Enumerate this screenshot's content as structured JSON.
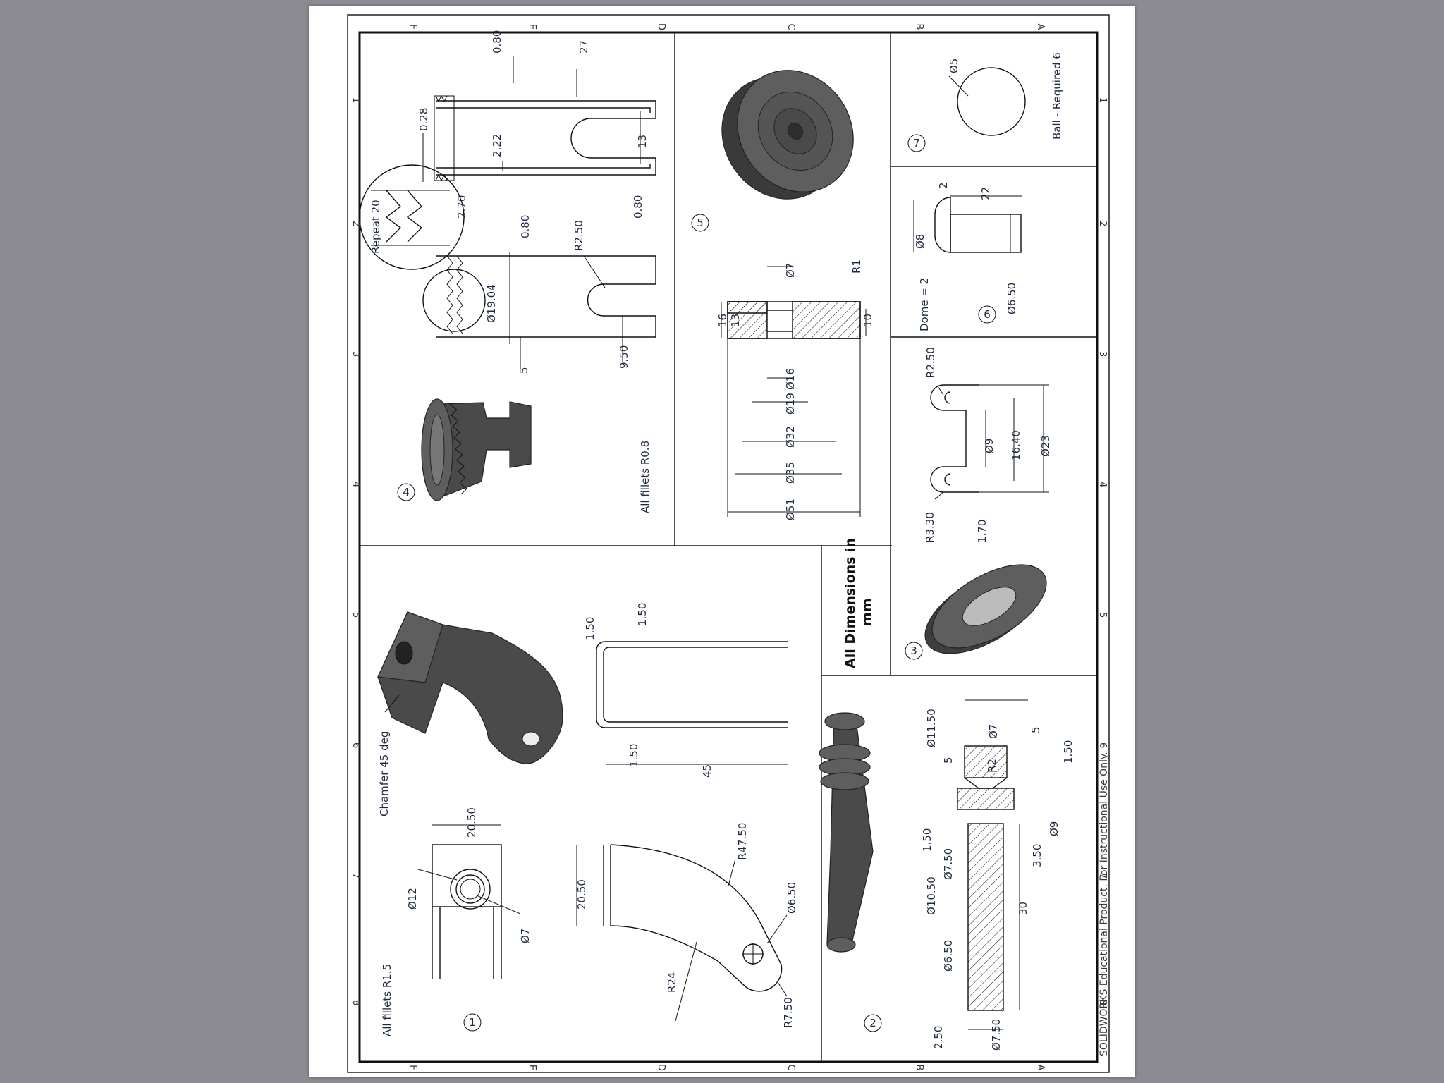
{
  "zones": {
    "top": [
      "F",
      "E",
      "D",
      "C",
      "B",
      "A"
    ],
    "side": [
      "1",
      "2",
      "3",
      "4",
      "5",
      "6",
      "7",
      "8"
    ]
  },
  "general_note": {
    "line1": "All Dimensions in",
    "line2": "mm"
  },
  "watermark": "SOLIDWORKS Educational Product. For Instructional Use Only.",
  "parts": {
    "p1": {
      "balloon": "1",
      "fillets": "All fillets R1.5",
      "chamfer": "Chamfer 45 deg",
      "dims": [
        "20.50",
        "Ø12",
        "Ø7",
        "20.50",
        "R47.50",
        "Ø6.50",
        "R24",
        "R7.50",
        "1.50",
        "1.50",
        "1.50",
        "45"
      ]
    },
    "p2": {
      "balloon": "2",
      "dims": [
        "Ø11.50",
        "Ø7",
        "5",
        "5",
        "R2",
        "1.50",
        "Ø9",
        "1.50",
        "3.50",
        "Ø7.50",
        "Ø10.50",
        "30",
        "Ø6.50",
        "2.50",
        "Ø7.50"
      ]
    },
    "p3": {
      "balloon": "3",
      "dims": [
        "R2.50",
        "Ø9",
        "16.40",
        "Ø23",
        "R3.30",
        "1.70"
      ]
    },
    "p4": {
      "balloon": "4",
      "fillets": "All fillets R0.8",
      "repeat": "Repeat 20",
      "dims": [
        "0.80",
        "27",
        "0.28",
        "2.22",
        "13",
        "2.70",
        "0.80",
        "0.80",
        "R2.50",
        "Ø19.04",
        "9.50",
        "5"
      ]
    },
    "p5": {
      "balloon": "5",
      "dims": [
        "Ø7",
        "R1",
        "16",
        "13",
        "10",
        "Ø16",
        "Ø19",
        "Ø32",
        "Ø35",
        "Ø51"
      ]
    },
    "p6": {
      "balloon": "6",
      "dims": [
        "2",
        "22",
        "Ø8",
        "Dome = 2",
        "Ø6.50"
      ]
    },
    "p7": {
      "balloon": "7",
      "dims": [
        "Ø5"
      ],
      "note": "Ball - Required 6"
    }
  }
}
